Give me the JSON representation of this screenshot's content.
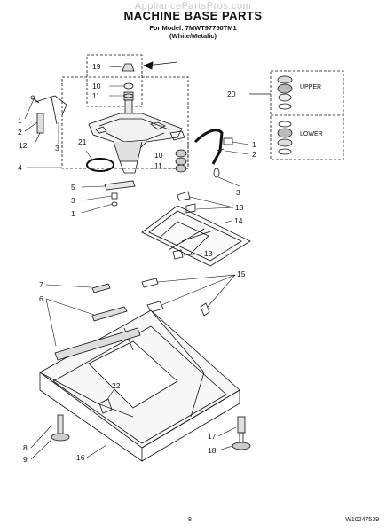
{
  "watermark": "AppliancePartsPros.com",
  "title": "MACHINE BASE PARTS",
  "model_line": "For Model: 7MWT97750TM1",
  "color_line": "(White/Metalic)",
  "upper_label": "UPPER",
  "lower_label": "LOWER",
  "page_number": "8",
  "doc_number": "W10247539",
  "callouts": {
    "c19": "19",
    "c10a": "10",
    "c11a": "11",
    "c20": "20",
    "c1a": "1",
    "c2a": "2",
    "c12": "12",
    "c3a": "3",
    "c21": "21",
    "c4": "4",
    "c1b": "1",
    "c2b": "2",
    "c10b": "10",
    "c11b": "11",
    "c3b": "3",
    "c5": "5",
    "c3c": "3",
    "c1c": "1",
    "c13a": "13",
    "c14": "14",
    "c13b": "13",
    "c15": "15",
    "c7": "7",
    "c6": "6",
    "c22": "22",
    "c8": "8",
    "c9": "9",
    "c16": "16",
    "c17": "17",
    "c18": "18"
  }
}
